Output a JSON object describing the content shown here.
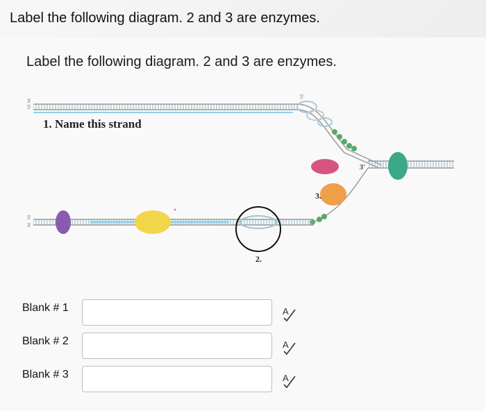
{
  "header": {
    "title": "Label the following diagram. 2 and 3 are enzymes."
  },
  "question": {
    "prompt": "Label the following diagram. 2 and 3 are enzymes."
  },
  "diagram": {
    "strand_label": "1. Name this strand",
    "top_strand_ends": [
      "3'",
      "5'"
    ],
    "bottom_strand_ends": [
      "5'",
      "3'"
    ],
    "enzyme_2_label": "2.",
    "enzyme_3_label": "3.",
    "fork_top_end": "5'",
    "fragment_marker": "3'",
    "colors": {
      "strand_blue": "#8fd0e8",
      "backbone": "#9a9a9a",
      "purple_protein": "#8a5ab0",
      "yellow_protein": "#f2d64a",
      "pink_protein": "#d6557e",
      "teal_protein": "#3aa889",
      "orange_protein": "#ee9f4a",
      "green_beads": "#5aa86a"
    }
  },
  "blanks": [
    {
      "label": "Blank # 1",
      "value": ""
    },
    {
      "label": "Blank # 2",
      "value": ""
    },
    {
      "label": "Blank # 3",
      "value": ""
    }
  ],
  "icons": {
    "spellcheck": "spellcheck-icon"
  }
}
